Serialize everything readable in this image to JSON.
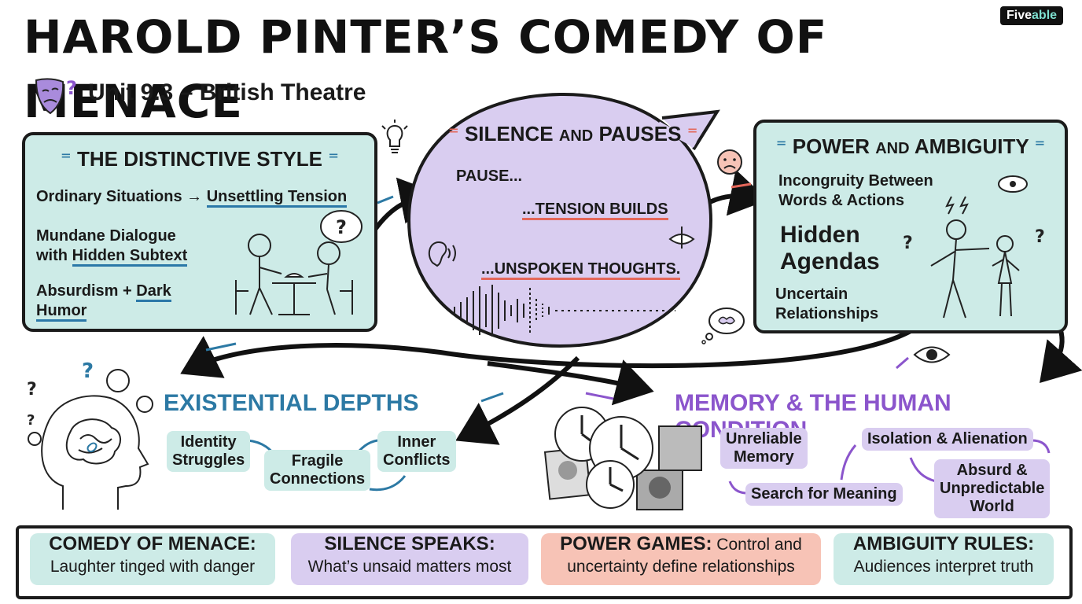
{
  "header": {
    "title": "HAROLD PINTER’S COMEDY OF MENACE",
    "subtitle": "Unit 9.3 – British Theatre",
    "logo": {
      "prefix": "Five",
      "suffix": "able"
    }
  },
  "distinctive_style": {
    "heading": "THE DISTINCTIVE STYLE",
    "line1_a": "Ordinary Situations →",
    "line1_b": "Unsettling Tension",
    "line2_a": "Mundane Dialogue",
    "line2_b": "with",
    "line2_c": "Hidden Subtext",
    "line3_a": "Absurdism +",
    "line3_b": "Dark",
    "line3_c": "Humor"
  },
  "silence": {
    "heading_a": "SILENCE",
    "heading_and": "AND",
    "heading_b": "PAUSES",
    "pause": "PAUSE...",
    "tension": "...TENSION BUILDS",
    "unspoken": "...UNSPOKEN THOUGHTS."
  },
  "power": {
    "heading_a": "POWER",
    "heading_and": "AND",
    "heading_b": "AMBIGUITY",
    "incongruity_1": "Incongruity Between",
    "incongruity_2": "Words & Actions",
    "hidden_1": "Hidden",
    "hidden_2": "Agendas",
    "uncertain_1": "Uncertain",
    "uncertain_2": "Relationships"
  },
  "existential": {
    "heading": "EXISTENTIAL DEPTHS",
    "identity_1": "Identity",
    "identity_2": "Struggles",
    "fragile_1": "Fragile",
    "fragile_2": "Connections",
    "inner_1": "Inner",
    "inner_2": "Conflicts"
  },
  "memory": {
    "heading": "MEMORY & THE HUMAN CONDITION",
    "unreliable_1": "Unreliable",
    "unreliable_2": "Memory",
    "isolation": "Isolation & Alienation",
    "search": "Search for Meaning",
    "absurd_1": "Absurd &",
    "absurd_2": "Unpredictable",
    "absurd_3": "World"
  },
  "bottom": {
    "c1_title": "COMEDY OF MENACE:",
    "c1_text": "Laughter tinged with danger",
    "c2_title": "SILENCE SPEAKS:",
    "c2_text": "What’s unsaid matters most",
    "c3_title": "POWER GAMES:",
    "c3_text_a": "Control and",
    "c3_text_b": "uncertainty define relationships",
    "c4_title": "AMBIGUITY RULES:",
    "c4_text": "Audiences interpret truth"
  },
  "colors": {
    "teal": "#cdebe7",
    "lavender": "#d9cdf0",
    "peach": "#f7c3b6",
    "blue_accent": "#2c79a4",
    "purple_accent": "#8b55cc",
    "red_accent": "#e4675a"
  }
}
